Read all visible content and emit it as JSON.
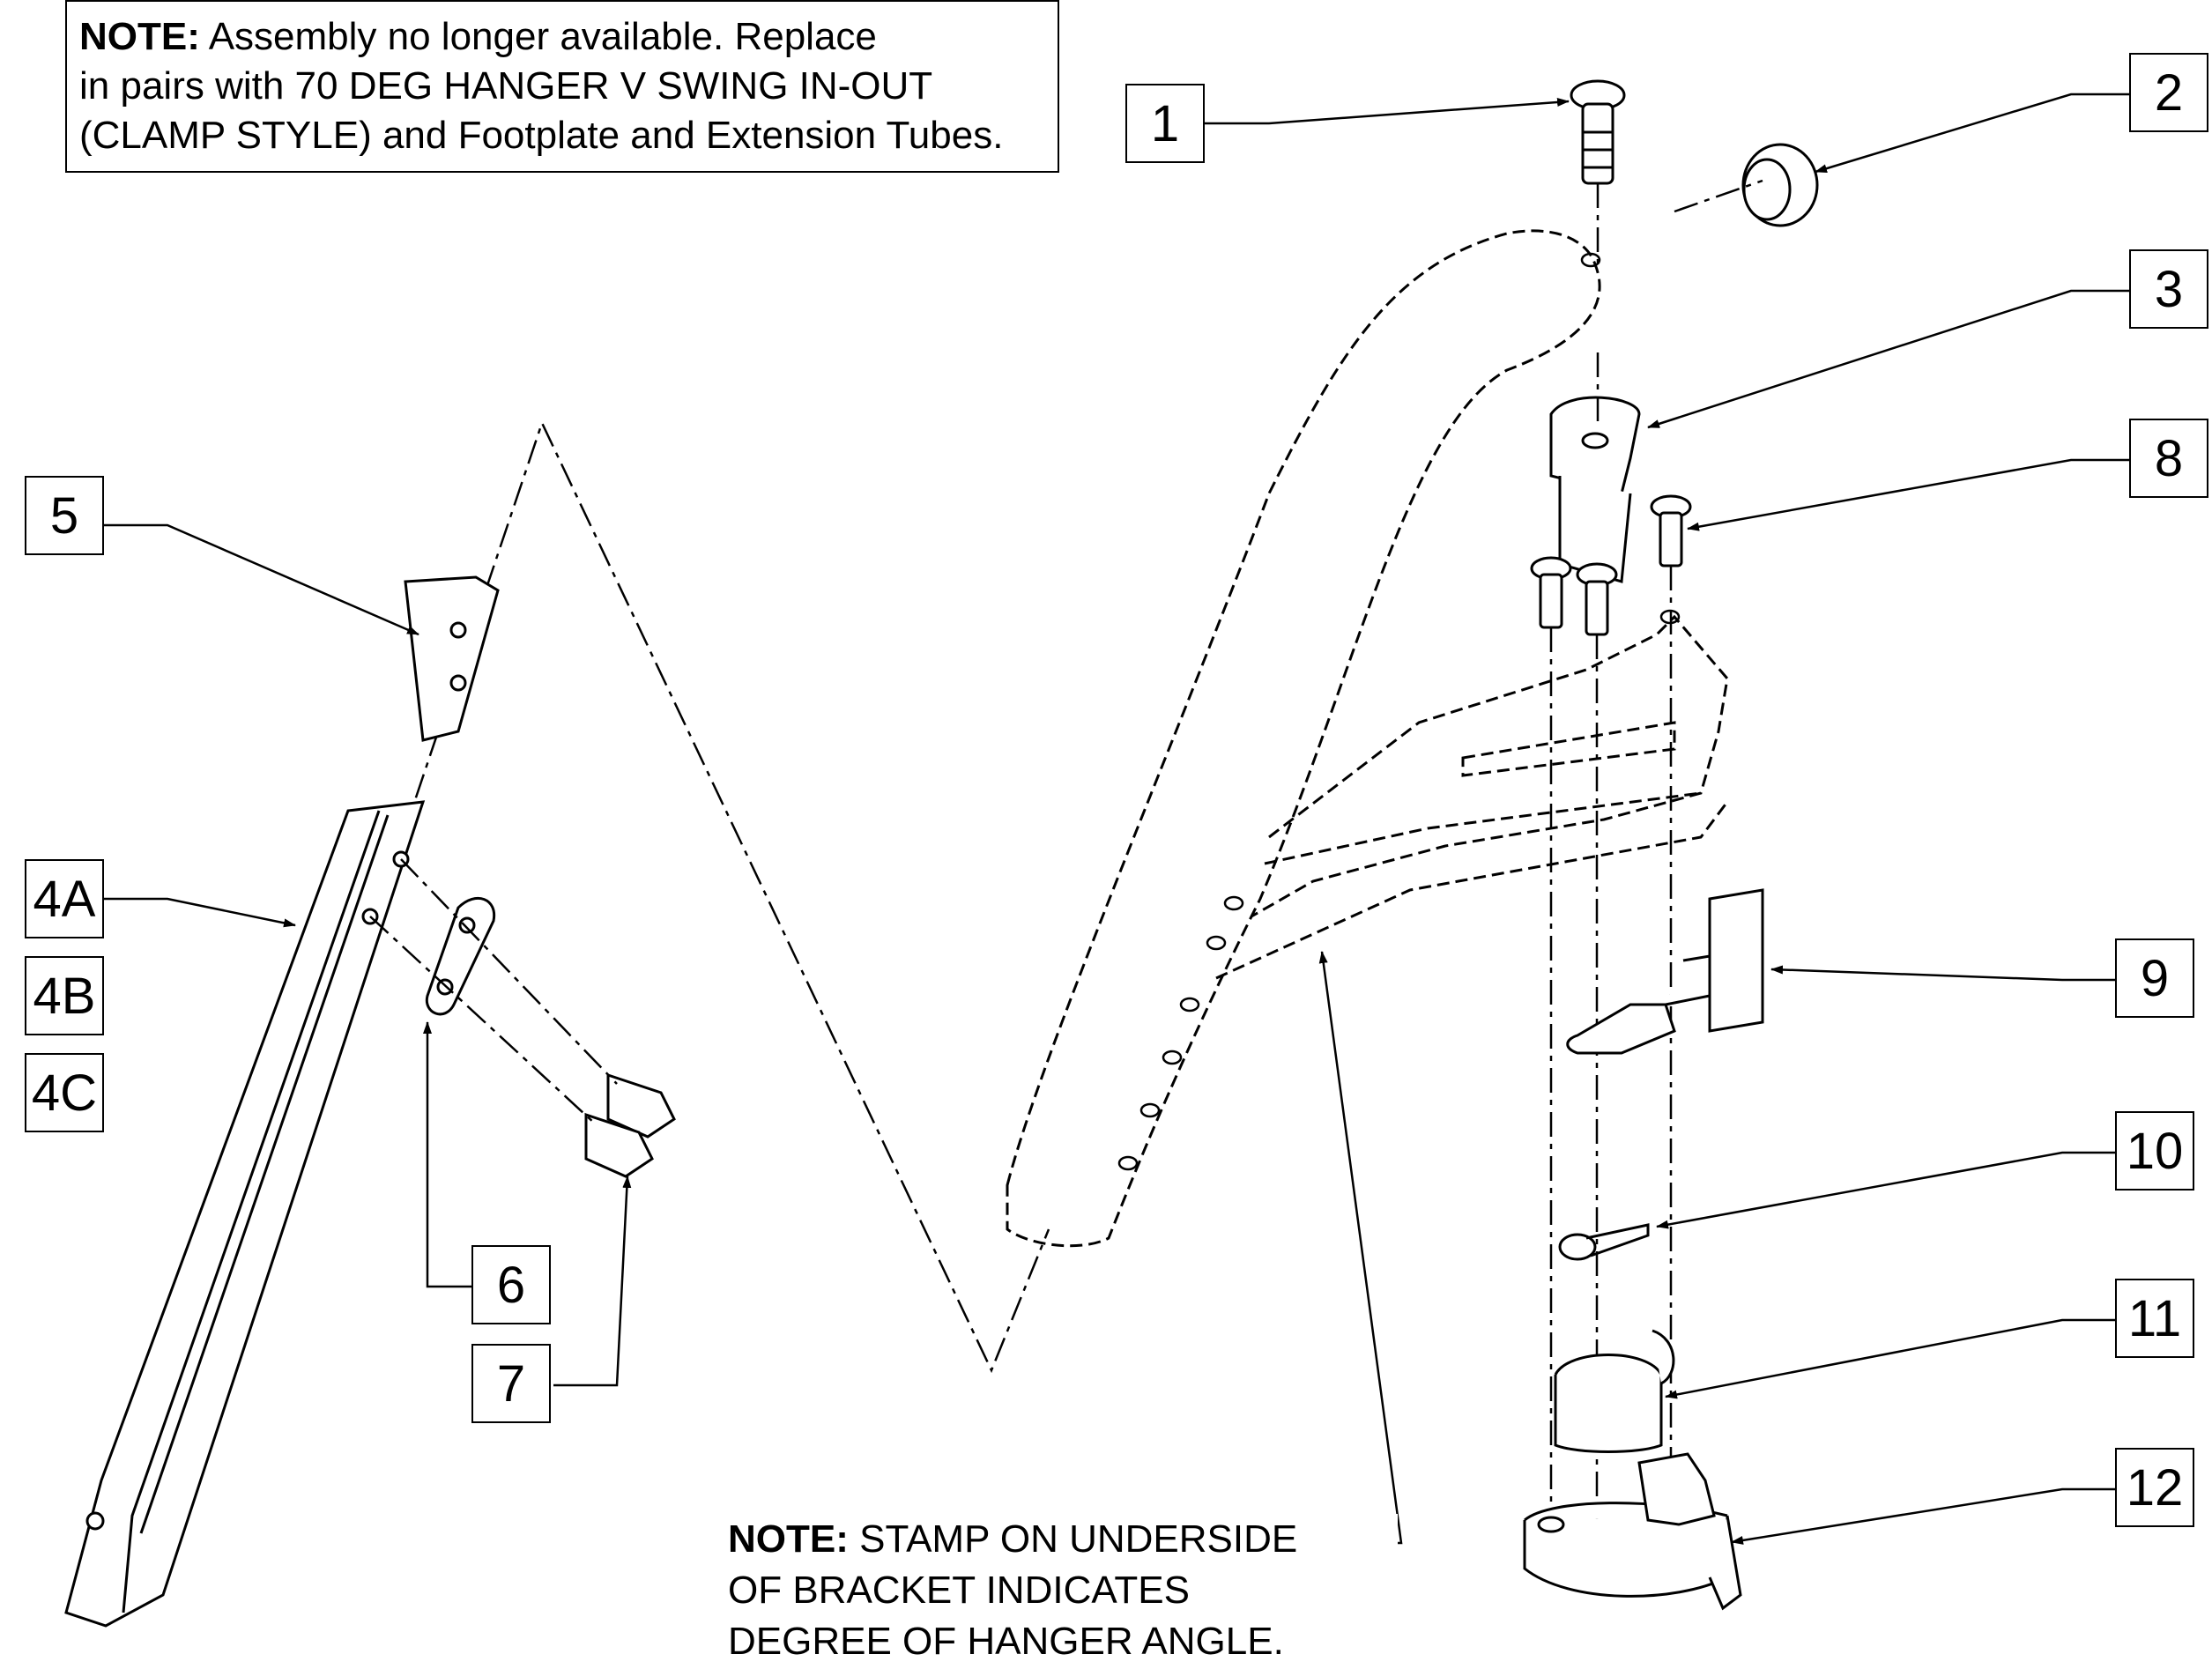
{
  "notes": {
    "top": {
      "label": "NOTE:",
      "line1": "Assembly no longer available. Replace",
      "line2": "in pairs with 70 DEG HANGER V SWING IN-OUT",
      "line3": "(CLAMP STYLE) and Footplate and Extension Tubes."
    },
    "bottom": {
      "label": "NOTE:",
      "line1": "STAMP ON UNDERSIDE",
      "line2": "OF BRACKET INDICATES",
      "line3": "DEGREE OF HANGER ANGLE."
    }
  },
  "callouts": {
    "c1": "1",
    "c2": "2",
    "c3": "3",
    "c4a": "4A",
    "c4b": "4B",
    "c4c": "4C",
    "c5": "5",
    "c6": "6",
    "c7": "7",
    "c8": "8",
    "c9": "9",
    "c10": "10",
    "c11": "11",
    "c12": "12"
  }
}
